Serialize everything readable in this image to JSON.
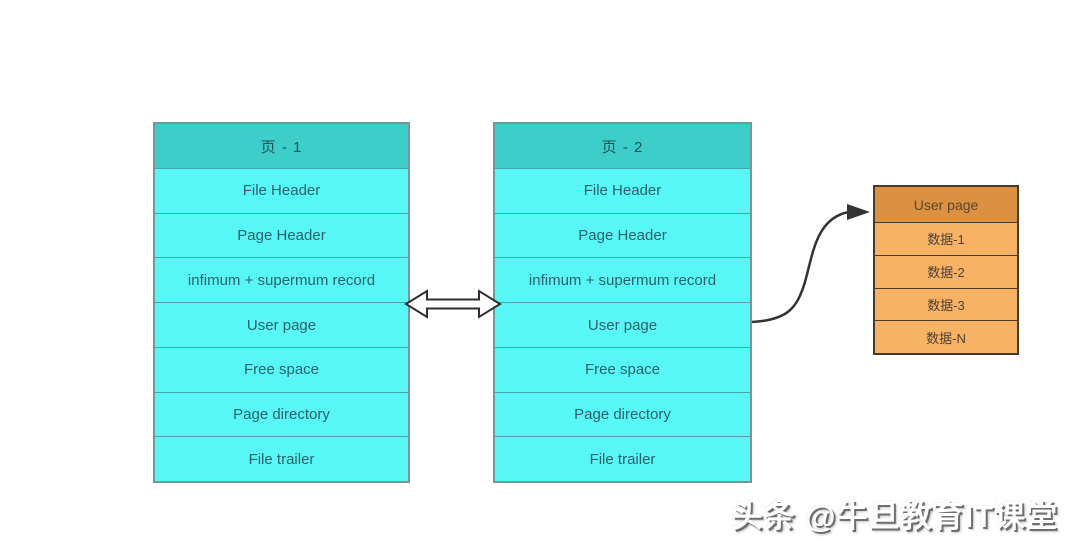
{
  "diagram": {
    "page1": {
      "title": "页 - 1",
      "rows": [
        "File Header",
        "Page Header",
        "infimum + supermum record",
        "User page",
        "Free space",
        "Page directory",
        "File trailer"
      ]
    },
    "page2": {
      "title": "页 - 2",
      "rows": [
        "File Header",
        "Page Header",
        "infimum + supermum record",
        "User page",
        "Free space",
        "Page directory",
        "File trailer"
      ]
    },
    "record_table": {
      "title": "User page",
      "rows": [
        "数据-1",
        "数据-2",
        "数据-3",
        "数据-N"
      ]
    },
    "colors": {
      "page_header_bg": "#3dcec9",
      "page_row_bg": "#58f7f7",
      "record_header_bg": "#db9140",
      "record_row_bg": "#f8b266",
      "arrow_stroke": "#333333"
    }
  },
  "watermark": {
    "text": "头条 @牛旦教育IT课堂"
  }
}
